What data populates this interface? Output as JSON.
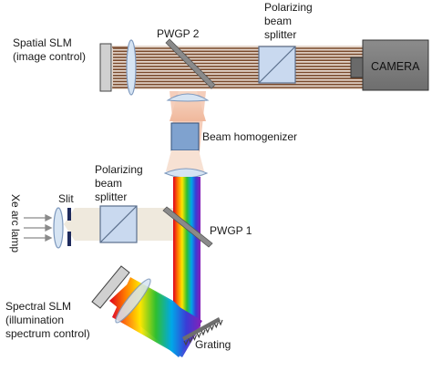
{
  "labels": {
    "spatial_slm": [
      "Spatial SLM",
      "(image control)"
    ],
    "pwgp2": "PWGP 2",
    "pbs_top": [
      "Polarizing",
      "beam",
      "splitter"
    ],
    "camera": "CAMERA",
    "beam_homogenizer": "Beam homogenizer",
    "pbs_left": [
      "Polarizing",
      "beam",
      "splitter"
    ],
    "slit": "Slit",
    "xe_lamp": "Xe arc lamp",
    "pwgp1": "PWGP 1",
    "spectral_slm": [
      "Spectral SLM",
      "(illumination",
      "spectrum control)"
    ],
    "grating": "Grating"
  },
  "colors": {
    "top_beam_lines": "#7a4a2c",
    "pbs_fill": "#c9d9ef",
    "pbs_stroke": "#5b6f8c",
    "lens_fill": "#d6e4f3",
    "lens_stroke": "#7d98bd",
    "homogenizer_fill": "#7fa2cf",
    "slm_fill": "#d0d0d0",
    "camera_fill": "#808080",
    "pwgp_fill": "#8a8a8a",
    "light_beam": "#efe9dd",
    "peach_beam": "#f4c9b4"
  }
}
